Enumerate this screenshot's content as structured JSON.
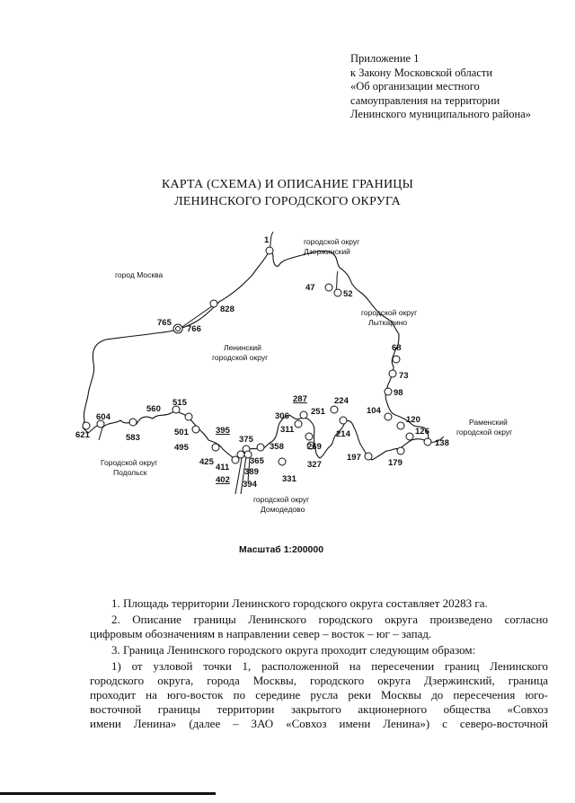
{
  "appendix": {
    "lines": [
      "Приложение 1",
      "к Закону Московской области",
      "«Об организации местного",
      "самоуправления на территории",
      "Ленинского муниципального района»"
    ]
  },
  "title": {
    "line1": "КАРТА (СХЕМА) И ОПИСАНИЕ ГРАНИЦЫ",
    "line2": "ЛЕНИНСКОГО ГОРОДСКОГО ОКРУГА"
  },
  "map": {
    "regions": {
      "moscow": "город Москва",
      "dzerzhinsky_1": "городской округ",
      "dzerzhinsky_2": "Дзержинский",
      "lytkarino_1": "городской округ",
      "lytkarino_2": "Лыткарино",
      "leninsky_1": "Ленинский",
      "leninsky_2": "городской округ",
      "ramensky_1": "Раменский",
      "ramensky_2": "городской округ",
      "podolsk_1": "Городской округ",
      "podolsk_2": "Подольск",
      "domodedovo_1": "городской округ",
      "domodedovo_2": "Домодедово"
    },
    "points": [
      "1",
      "47",
      "52",
      "68",
      "73",
      "98",
      "104",
      "120",
      "126",
      "138",
      "179",
      "197",
      "214",
      "224",
      "251",
      "287",
      "306",
      "311",
      "269",
      "327",
      "331",
      "358",
      "375",
      "365",
      "395",
      "389",
      "394",
      "402",
      "411",
      "425",
      "495",
      "501",
      "515",
      "560",
      "583",
      "604",
      "621",
      "765",
      "766",
      "828"
    ],
    "scale": "Масштаб 1:200000"
  },
  "text": {
    "p1": "1. Площадь территории Ленинского городского округа составляет 20283 га.",
    "p2_l1": "2. Описание границы Ленинского городского округа произведено согласно",
    "p2_l2": "цифровым обозначениям в направлении север – восток – юг – запад.",
    "p3": "3. Граница Ленинского городского округа проходит следующим образом:",
    "p4_l1": "1) от узловой точки 1, расположенной на пересечении границ Ленинского",
    "p4_l2": "городского округа, города Москвы, городского округа Дзержинский, граница",
    "p4_l3": "проходит на юго-восток по середине русла реки Москвы до пересечения юго-",
    "p4_l4": "восточной границы территории закрытого акционерного общества «Совхоз",
    "p4_l5": "имени Ленина» (далее – ЗАО «Совхоз имени Ленина») с северо-восточной"
  }
}
